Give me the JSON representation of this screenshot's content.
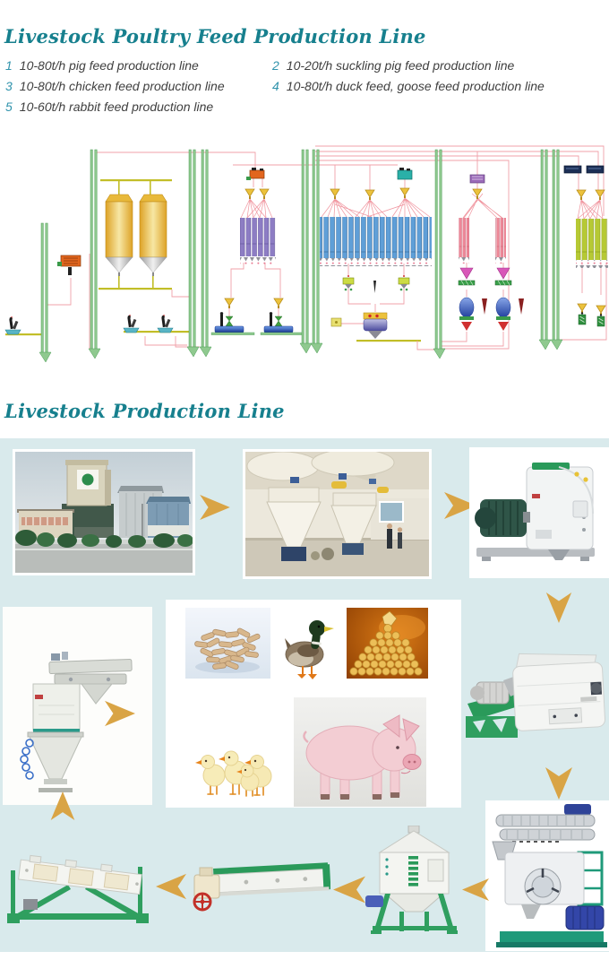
{
  "feed_section": {
    "title": "Livestock Poultry Feed Production Line",
    "items": [
      {
        "num": "1",
        "text": "10-80t/h pig feed production line"
      },
      {
        "num": "2",
        "text": "10-20t/h suckling pig feed production line"
      },
      {
        "num": "3",
        "text": "10-80t/h chicken feed production line"
      },
      {
        "num": "4",
        "text": "10-80t/h duck feed, goose feed production line"
      },
      {
        "num": "5",
        "text": "10-60t/h rabbit feed production line"
      }
    ]
  },
  "livestock_section": {
    "title": "Livestock Production Line",
    "flow_icons": [
      "factory-photo",
      "workshop-photo",
      "hammer-mill-photo",
      "mixer-photo",
      "pellet-mill-photo",
      "cooler-photo",
      "drag-conveyor-photo",
      "rotary-screener-photo",
      "bagging-machine-photo",
      "feed-pellets-photo",
      "duck-photo",
      "golden-feed-photo",
      "chicks-photo",
      "piglet-photo"
    ],
    "arrow_icon": "gold-chevron-arrow"
  },
  "colors": {
    "title_teal": "#17808e",
    "list_number_teal": "#3093ac",
    "list_text": "#3f3f3f",
    "panel_bg": "#d9eaec",
    "arrow_gold": "#d9a445",
    "diagram_elevator_green": "#8fc98f",
    "diagram_pipe_pink": "#f0a0a8",
    "diagram_silo_gold": "#eebd45",
    "diagram_bin_purple": "#8d7dc4",
    "diagram_bin_blue": "#5f9fd8",
    "diagram_bin_pink": "#ee8898",
    "diagram_bin_lime": "#b6c934"
  }
}
